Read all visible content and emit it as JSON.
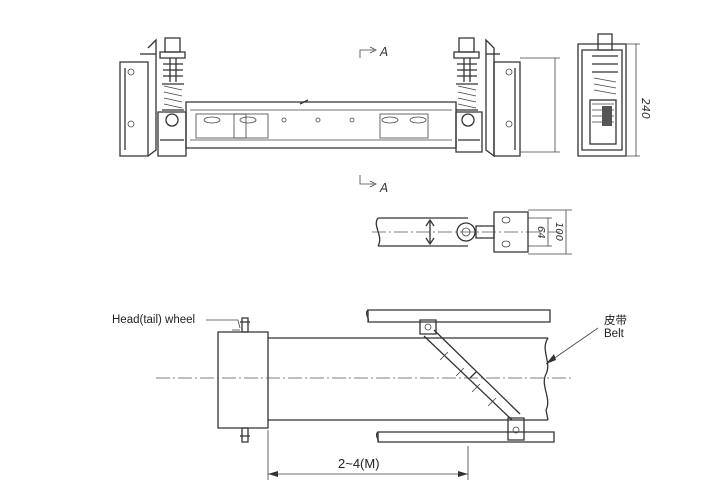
{
  "labels": {
    "section_mark": "A",
    "dim_height": "240",
    "dim_64": "64",
    "dim_100": "100",
    "head_wheel": "Head(tail) wheel",
    "belt_cn": "皮带",
    "belt_en": "Belt",
    "distance": "2~4(M)"
  }
}
